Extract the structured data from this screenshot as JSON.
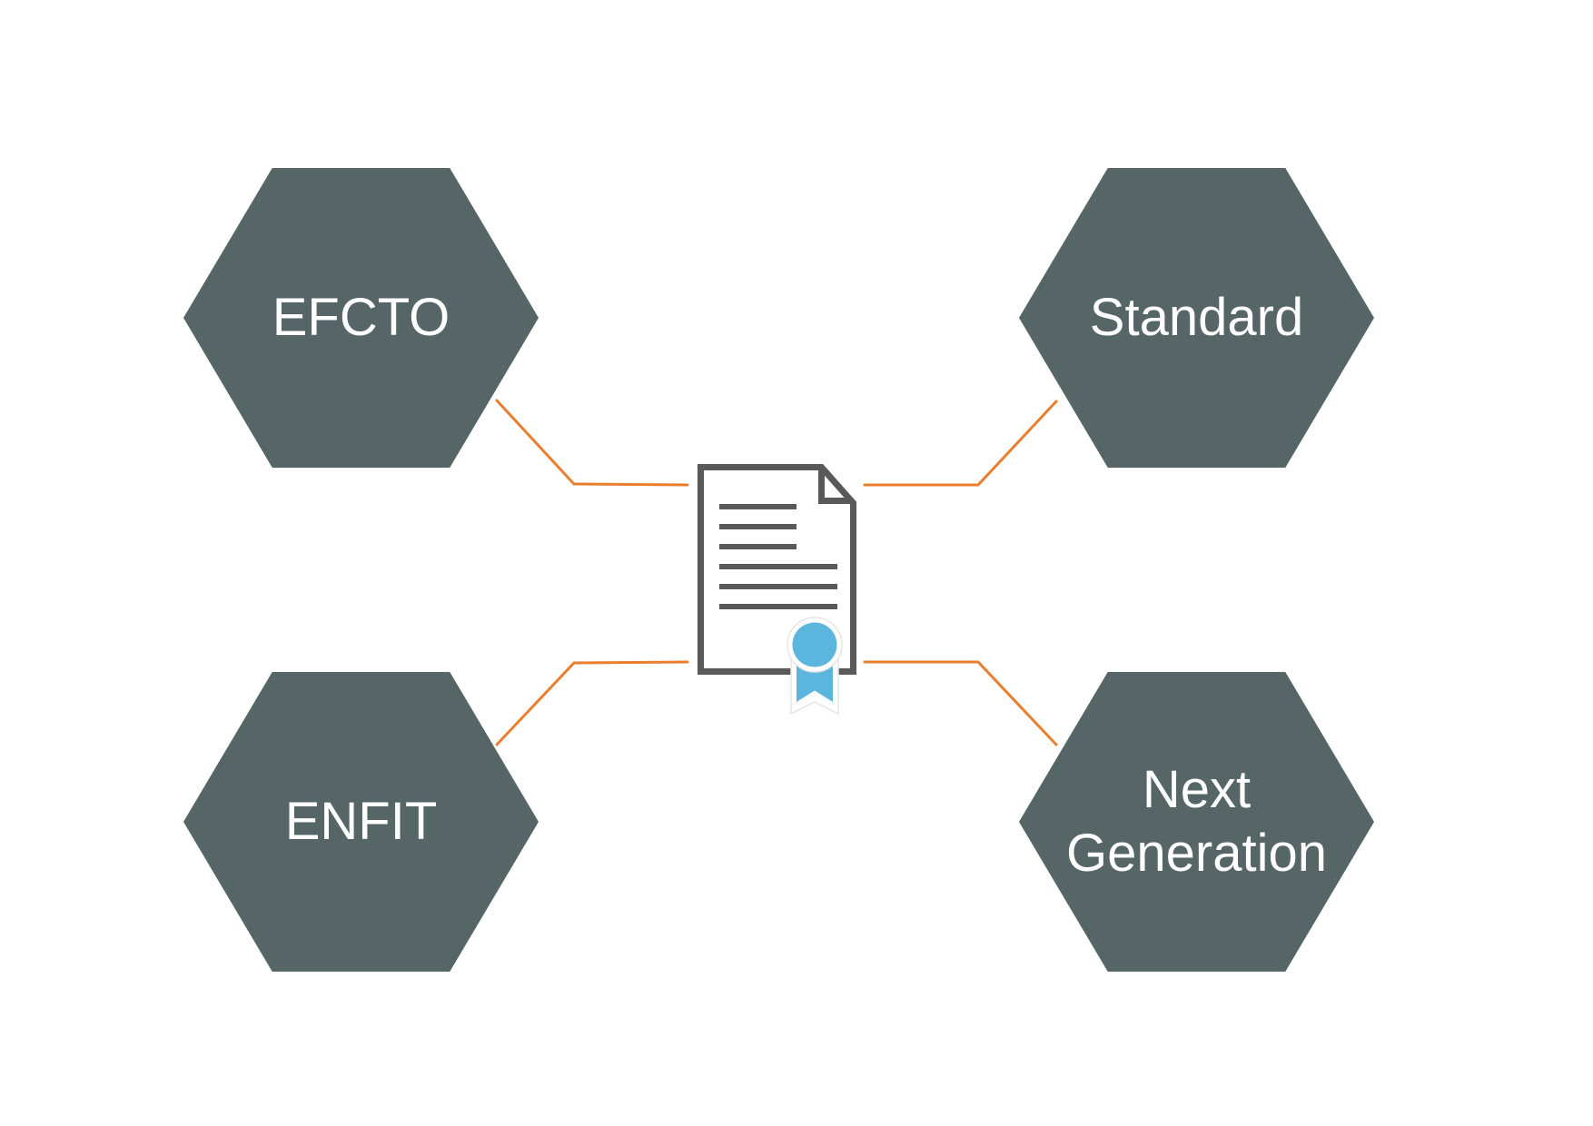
{
  "diagram": {
    "type": "hub-and-spoke",
    "center_icon": "certificate-document-icon",
    "nodes": [
      {
        "id": "efcto",
        "label": "EFCTO",
        "position": "top-left"
      },
      {
        "id": "standard",
        "label": "Standard",
        "position": "top-right"
      },
      {
        "id": "enfit",
        "label": "ENFIT",
        "position": "bottom-left"
      },
      {
        "id": "next_generation",
        "label": "Next Generation",
        "position": "bottom-right"
      }
    ]
  },
  "colors": {
    "background": "#ffffff",
    "hex-fill": "#566565",
    "hex-text": "#ffffff",
    "connector": "#e87e2e",
    "doc-stroke": "#595959",
    "doc-fill": "#ffffff",
    "seal-blue": "#5bb5dc",
    "halo-edge": "#e6e6e6"
  }
}
